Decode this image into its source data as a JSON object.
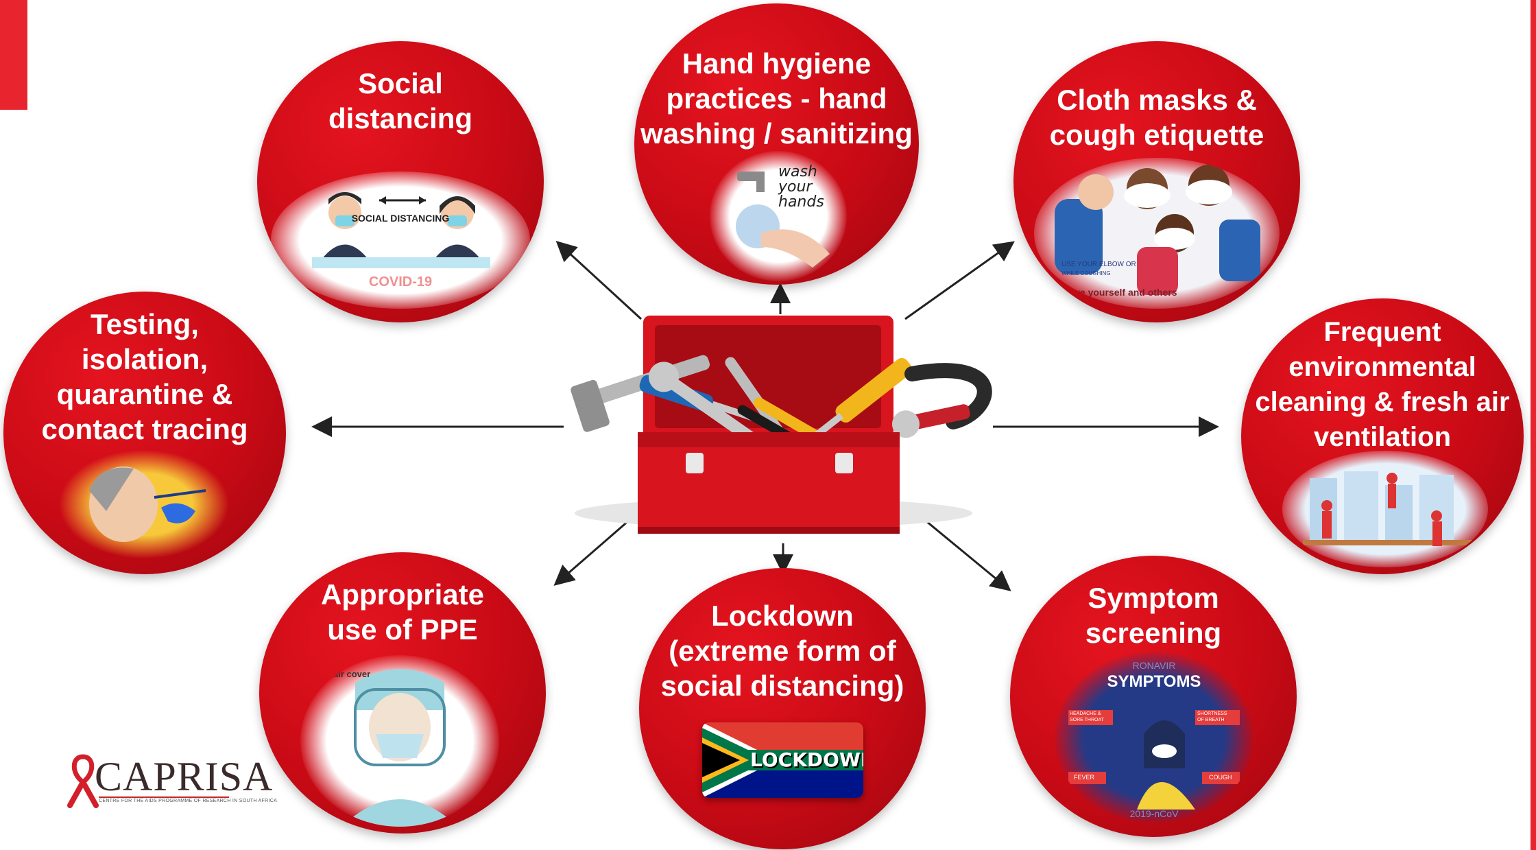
{
  "nodes": {
    "social_distancing": {
      "title": "Social\ndistancing",
      "banner": "SOCIAL DISTANCING",
      "caption": "COVID-19"
    },
    "hand_hygiene": {
      "title": "Hand hygiene\npractices - hand\nwashing / sanitizing",
      "sign": "wash\nyour\nhands"
    },
    "cloth_masks": {
      "title": "Cloth masks &\ncough etiquette",
      "caption1": "USE YOUR ELBOW OR",
      "caption2": "WHILE COUGHING",
      "caption3": "Save yourself and others"
    },
    "testing": {
      "title": "Testing,\nisolation,\nquarantine &\ncontact tracing"
    },
    "environmental": {
      "title": "Frequent\nenvironmental\ncleaning & fresh air\nventilation"
    },
    "ppe": {
      "title": "Appropriate\nuse of PPE",
      "label": "air cover"
    },
    "lockdown": {
      "title": "Lockdown\n(extreme form of\nsocial distancing)",
      "banner": "LOCKDOWN!"
    },
    "symptom": {
      "title": "Symptom\nscreening",
      "poster_top": "RONAVIR",
      "poster_heading": "SYMPTOMS",
      "label_left1": "HEADACHE &\nSORE THROAT",
      "label_right1": "SHORTNESS\nOF BREATH",
      "label_left2": "FEVER",
      "label_right2": "COUGH",
      "poster_bottom": "2019-nCoV"
    }
  },
  "logo": {
    "word": "CAPRISA",
    "subtitle": "CENTRE FOR THE AIDS PROGRAMME OF RESEARCH IN SOUTH AFRICA"
  },
  "colors": {
    "accent": "#e8242f",
    "circle": "#c80a15",
    "arrow": "#222222",
    "toolbox": "#d8141e"
  },
  "icons": {
    "center": "toolbox-icon",
    "logo": "red-ribbon-icon"
  }
}
